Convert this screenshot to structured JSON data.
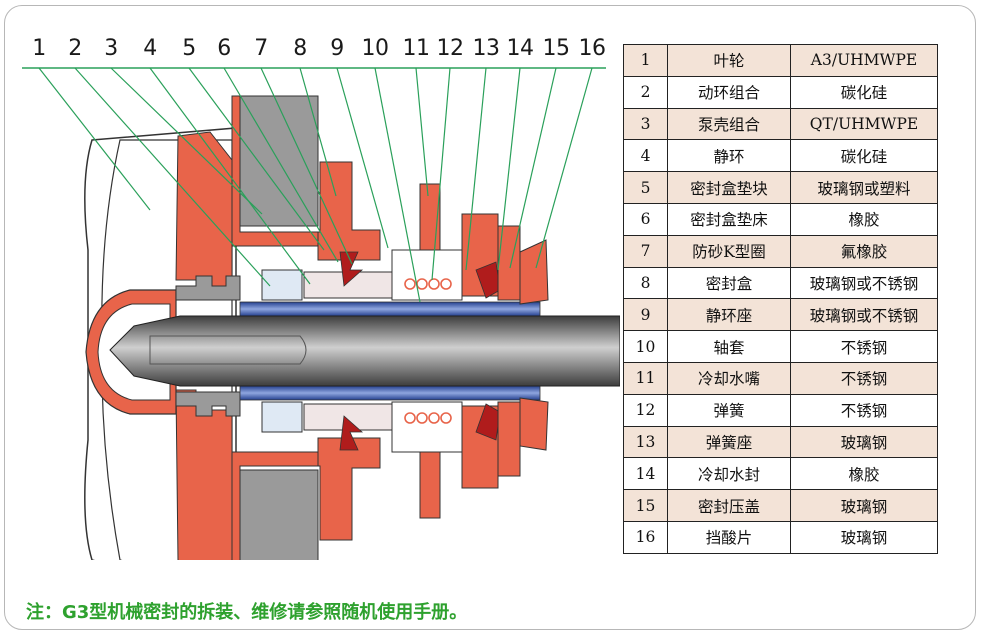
{
  "callout_numbers": [
    "1",
    "2",
    "3",
    "4",
    "5",
    "6",
    "7",
    "8",
    "9",
    "10",
    "11",
    "12",
    "13",
    "14",
    "15",
    "16"
  ],
  "parts": [
    {
      "no": "1",
      "name": "叶轮",
      "material": "A3/UHMWPE"
    },
    {
      "no": "2",
      "name": "动环组合",
      "material": "碳化硅"
    },
    {
      "no": "3",
      "name": "泵壳组合",
      "material": "QT/UHMWPE"
    },
    {
      "no": "4",
      "name": "静环",
      "material": "碳化硅"
    },
    {
      "no": "5",
      "name": "密封盒垫块",
      "material": "玻璃钢或塑料"
    },
    {
      "no": "6",
      "name": "密封盒垫床",
      "material": "橡胶"
    },
    {
      "no": "7",
      "name": "防砂K型圈",
      "material": "氟橡胶"
    },
    {
      "no": "8",
      "name": "密封盒",
      "material": "玻璃钢或不锈钢"
    },
    {
      "no": "9",
      "name": "静环座",
      "material": "玻璃钢或不锈钢"
    },
    {
      "no": "10",
      "name": "轴套",
      "material": "不锈钢"
    },
    {
      "no": "11",
      "name": "冷却水嘴",
      "material": "不锈钢"
    },
    {
      "no": "12",
      "name": "弹簧",
      "material": "不锈钢"
    },
    {
      "no": "13",
      "name": "弹簧座",
      "material": "玻璃钢"
    },
    {
      "no": "14",
      "name": "冷却水封",
      "material": "橡胶"
    },
    {
      "no": "15",
      "name": "密封压盖",
      "material": "玻璃钢"
    },
    {
      "no": "16",
      "name": "挡酸片",
      "material": "玻璃钢"
    }
  ],
  "note": "注：G3型机械密封的拆装、维修请参照随机使用手册。",
  "colors": {
    "rubber_red": "#e8644a",
    "leader_green": "#2aa05a",
    "shaft_gray": "#6b6b6b",
    "casing_gray": "#9a9a9a",
    "table_shade": "#f3e3d7",
    "note_green": "#2ea12e"
  }
}
